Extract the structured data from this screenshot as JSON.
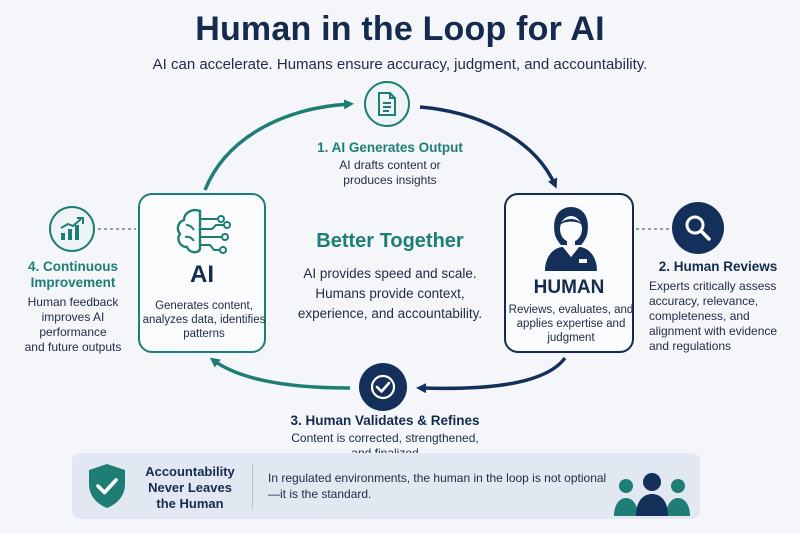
{
  "header": {
    "title": "Human in the Loop for AI",
    "subtitle": "AI can accelerate. Humans ensure accuracy, judgment, and accountability."
  },
  "steps": {
    "generate": {
      "title": "1. AI Generates Output",
      "desc_line1": "AI drafts content or",
      "desc_line2": "produces insights",
      "icon": "document-icon"
    },
    "review": {
      "title": "2. Human Reviews",
      "lines": [
        "Experts critically assess",
        "accuracy, relevance,",
        "completeness, and",
        "alignment with evidence",
        "and regulations"
      ],
      "icon": "magnifier-icon"
    },
    "validate": {
      "title": "3. Human Validates & Refines",
      "desc_line1": "Content is corrected, strengthened,",
      "desc_line2": "and finalized",
      "icon": "checkmark-icon"
    },
    "improve": {
      "title_line1": "4. Continuous",
      "title_line2": "Improvement",
      "lines": [
        "Human feedback",
        "improves AI",
        "performance",
        "and future outputs"
      ],
      "icon": "growth-chart-icon"
    }
  },
  "ai_card": {
    "label": "AI",
    "desc": "Generates content, analyzes data, identifies patterns",
    "icon": "brain-circuit-icon"
  },
  "human_card": {
    "label": "HUMAN",
    "desc": "Reviews, evaluates, and applies expertise and judgment",
    "icon": "person-icon"
  },
  "center": {
    "title": "Better Together",
    "desc_line1": "AI provides speed and scale.",
    "desc_line2": "Humans provide context,",
    "desc_line3": "experience, and accountability."
  },
  "banner": {
    "title_line1": "Accountability",
    "title_line2": "Never Leaves",
    "title_line3": "the Human",
    "text": "In regulated environments, the human in the loop is not optional—it is the standard.",
    "icons": [
      "shield-check-icon",
      "team-icon"
    ]
  },
  "colors": {
    "teal": "#1e7e76",
    "navy": "#142a4e",
    "background": "#f4f6fa"
  }
}
